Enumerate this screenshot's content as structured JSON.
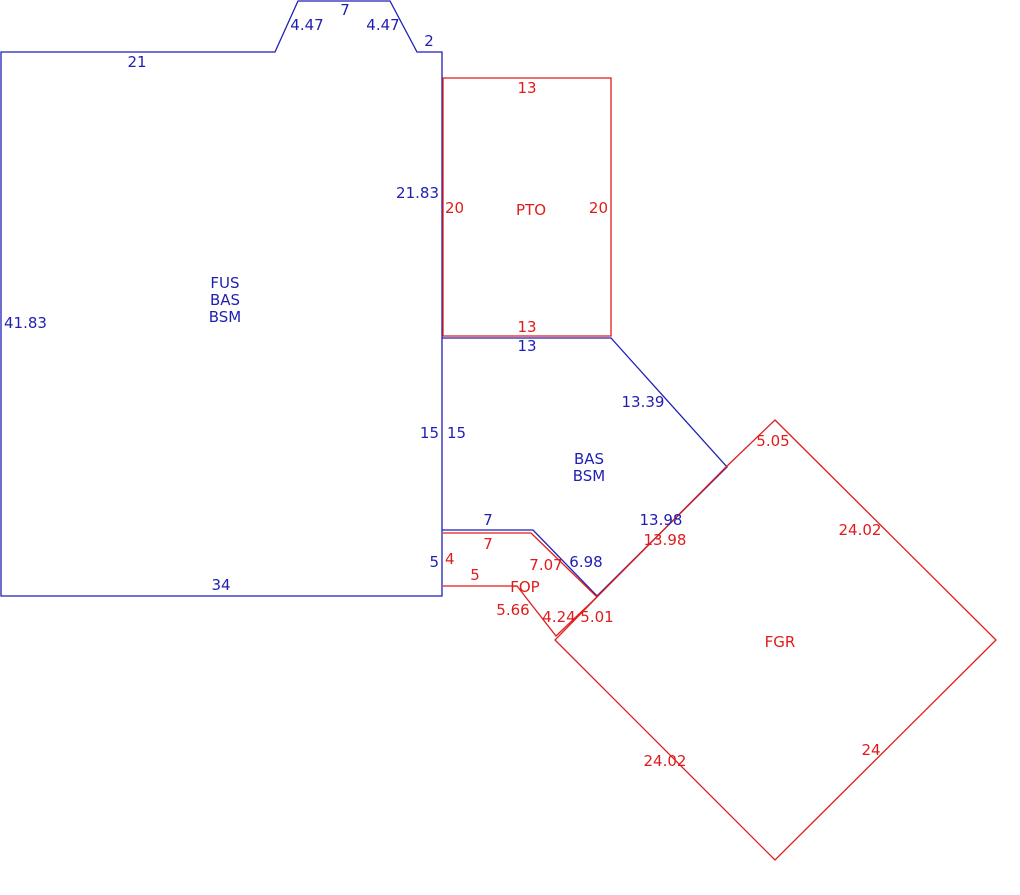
{
  "colors": {
    "blue": "#1f1fb4",
    "red": "#e01b1b",
    "background": "#ffffff"
  },
  "areas": {
    "main": [
      "FUS",
      "BAS",
      "BSM"
    ],
    "pto": "PTO",
    "bas2": [
      "BAS",
      "BSM"
    ],
    "fop": "FOP",
    "fgr": "FGR"
  },
  "dims": {
    "top_left": "21",
    "bay_left": "4.47",
    "bay_top": "7",
    "bay_right": "4.47",
    "step": "2",
    "left_side": "41.83",
    "bottom": "34",
    "mid_upper": "21.83",
    "mid_lower": "15",
    "mid_short": "5",
    "pto_top": "13",
    "pto_left": "20",
    "pto_right": "20",
    "pto_bottom": "13",
    "bas_top": "13",
    "bas_left": "15",
    "bas_diag": "13.39",
    "bas_diag_lower": "13.98",
    "bas_bottom_top": "7",
    "bas_angle": "6.98",
    "fop_top": "7",
    "fop_angle": "7.07",
    "fop_left": "4",
    "fop_bottom": "5",
    "fop_diag": "5.66",
    "fop_short": "4.24",
    "fgr_top": "5.05",
    "fgr_upper_right": "24.02",
    "fgr_diag_shared": "13.98",
    "fgr_link": "5.01",
    "fgr_lower_left": "24.02",
    "fgr_lower_right": "24"
  }
}
